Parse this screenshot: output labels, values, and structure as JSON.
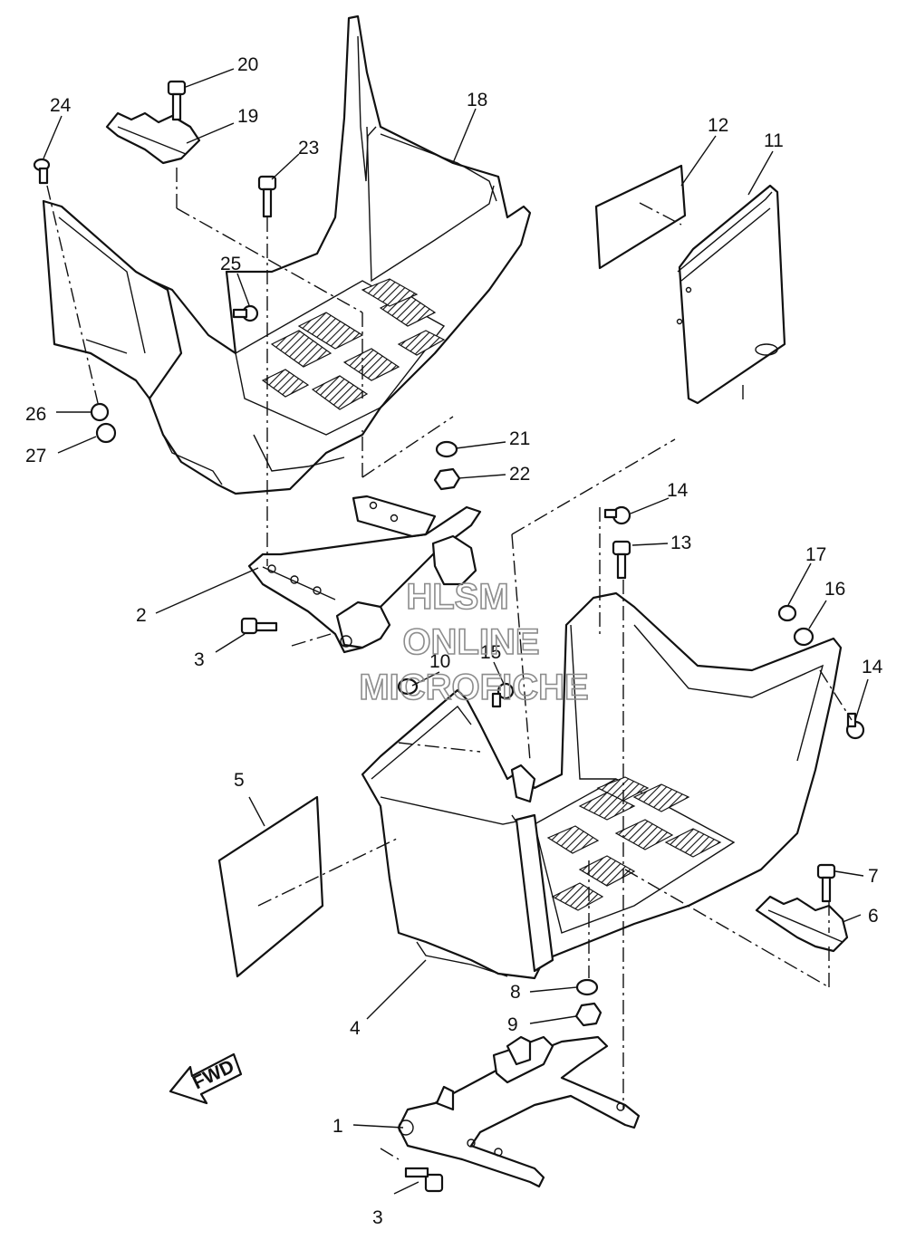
{
  "watermark": {
    "line1": "HLSM",
    "line2": "ONLINE",
    "line3": "MICROFICHE"
  },
  "fwd_label": "FWD",
  "callouts": [
    "1",
    "2",
    "3",
    "3",
    "4",
    "5",
    "6",
    "7",
    "8",
    "9",
    "10",
    "11",
    "12",
    "13",
    "14",
    "14",
    "15",
    "16",
    "17",
    "18",
    "19",
    "20",
    "21",
    "22",
    "23",
    "24",
    "25",
    "26",
    "27"
  ],
  "colors": {
    "line": "#111111",
    "background": "#ffffff",
    "watermark": "#8c8c8c"
  }
}
